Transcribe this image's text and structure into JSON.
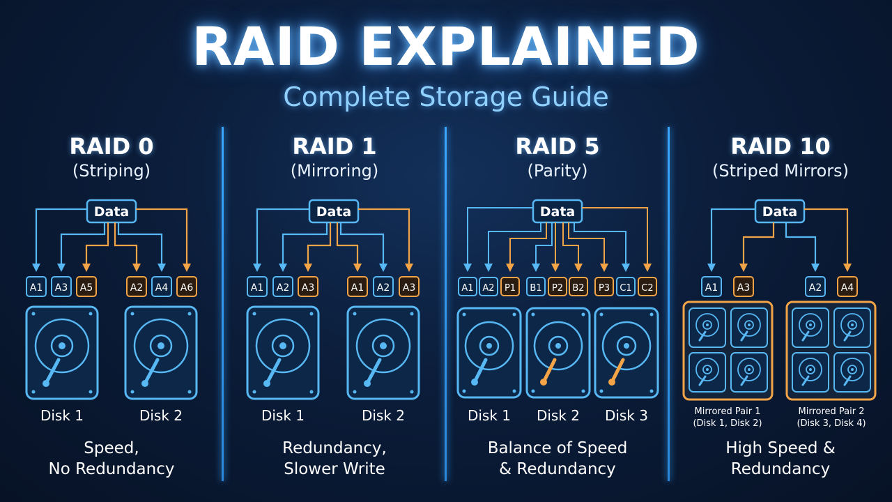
{
  "header": {
    "title": "RAID EXPLAINED",
    "subtitle": "Complete Storage Guide"
  },
  "colors": {
    "blue": "#58b8f4",
    "orange": "#f2a447",
    "background": "#0b1d3a"
  },
  "icons": [
    "hard-disk-icon"
  ],
  "panels": [
    {
      "title": "RAID 0",
      "subtitle": "(Striping)",
      "data_label": "Data",
      "blocks": [
        "A1",
        "A3",
        "A5",
        "A2",
        "A4",
        "A6"
      ],
      "disks": [
        "Disk 1",
        "Disk 2"
      ],
      "desc_line1": "Speed,",
      "desc_line2": "No Redundancy"
    },
    {
      "title": "RAID 1",
      "subtitle": "(Mirroring)",
      "data_label": "Data",
      "blocks": [
        "A1",
        "A2",
        "A3",
        "A1",
        "A2",
        "A3"
      ],
      "disks": [
        "Disk 1",
        "Disk 2"
      ],
      "desc_line1": "Redundancy,",
      "desc_line2": "Slower Write"
    },
    {
      "title": "RAID 5",
      "subtitle": "(Parity)",
      "data_label": "Data",
      "blocks": [
        "A1",
        "A2",
        "P1",
        "B1",
        "P2",
        "B2",
        "P3",
        "C1",
        "C2"
      ],
      "disks": [
        "Disk 1",
        "Disk 2",
        "Disk 3"
      ],
      "desc_line1": "Balance of Speed",
      "desc_line2": "& Redundancy"
    },
    {
      "title": "RAID 10",
      "subtitle": "(Striped Mirrors)",
      "data_label": "Data",
      "blocks": [
        "A1",
        "A3",
        "A2",
        "A4"
      ],
      "pairs": [
        {
          "name": "Mirrored Pair 1",
          "disks": "(Disk 1, Disk 2)"
        },
        {
          "name": "Mirrored Pair 2",
          "disks": "(Disk 3, Disk 4)"
        }
      ],
      "desc_line1": "High Speed &",
      "desc_line2": "Redundancy"
    }
  ]
}
